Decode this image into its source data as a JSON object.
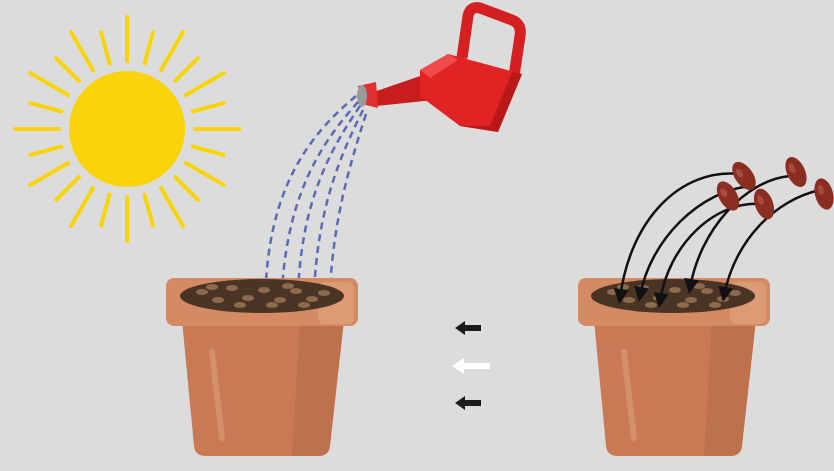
{
  "scene": {
    "background_color": "#dcdcdc",
    "steps_order": "right-to-left",
    "elements": {
      "sun": {
        "icon": "sun-icon",
        "color": "#f9d40a"
      },
      "watering_can": {
        "icon": "watering-can-icon",
        "color": "#e02424",
        "water_streams": 5,
        "water_color": "#5a6ab5"
      },
      "watered_pot": {
        "icon": "flower-pot-icon",
        "pot_color": "#c97a55",
        "soil_color": "#4a3426"
      },
      "seeded_pot": {
        "icon": "flower-pot-icon",
        "pot_color": "#c97a55",
        "soil_color": "#4a3426"
      },
      "beans": {
        "icon": "bean-seed-icon",
        "count": 5,
        "color": "#8a2e22"
      },
      "direction_arrows": [
        {
          "icon": "arrow-left-icon",
          "color": "#1a1a1a"
        },
        {
          "icon": "arrow-left-icon",
          "color": "#ffffff"
        },
        {
          "icon": "arrow-left-icon",
          "color": "#1a1a1a"
        }
      ]
    }
  }
}
